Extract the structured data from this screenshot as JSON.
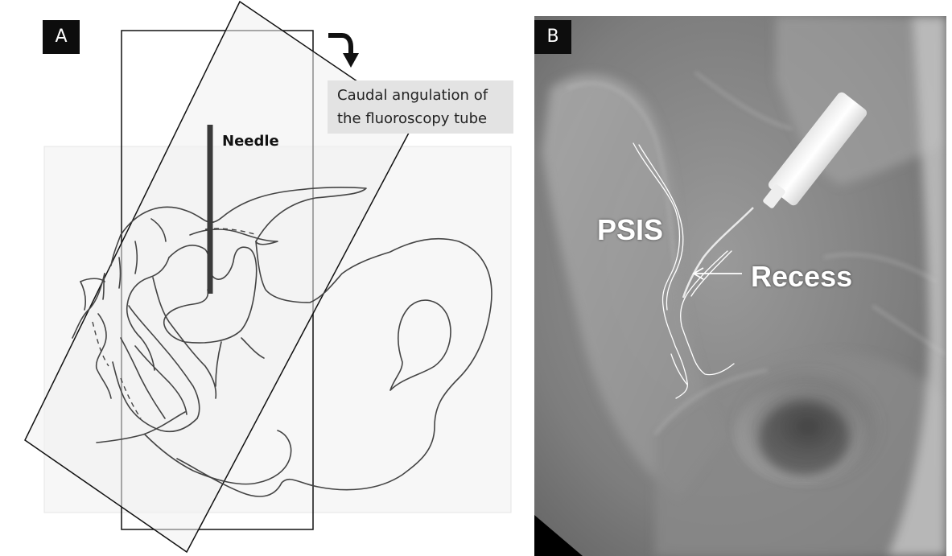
{
  "panel_a": {
    "letter": "A",
    "needle_label": "Needle",
    "caption_line1": "Caudal angulation of",
    "caption_line2": "the fluoroscopy tube",
    "arrow_icon": "curved-down-arrow-icon"
  },
  "panel_b": {
    "letter": "B",
    "psis_label": "PSIS",
    "recess_label": "Recess"
  }
}
